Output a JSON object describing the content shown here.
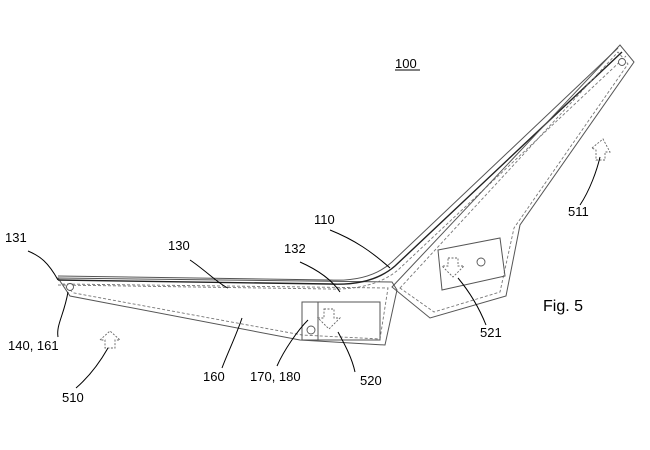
{
  "figure": {
    "number_label": "Fig. 5",
    "reference": "100"
  },
  "labels": {
    "l110": "110",
    "l130": "130",
    "l131": "131",
    "l132": "132",
    "l140_161": "140, 161",
    "l160": "160",
    "l170_180": "170, 180",
    "l510": "510",
    "l511": "511",
    "l520": "520",
    "l521": "521"
  }
}
